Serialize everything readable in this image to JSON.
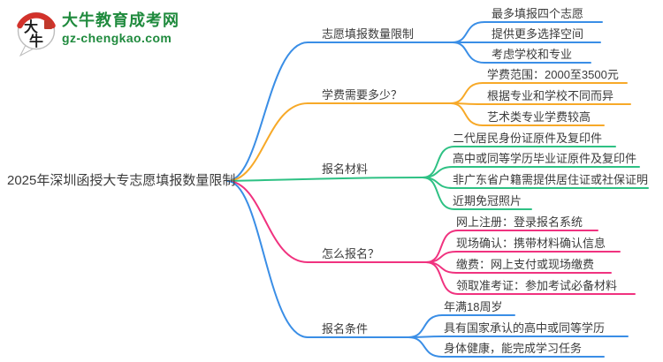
{
  "logo": {
    "icon_chars": "大牛",
    "site_name": "大牛教育成考网",
    "site_url": "gz-chengkao.com",
    "brand_green": "#1f8a3d",
    "brand_red": "#d2322b"
  },
  "colors": {
    "blue": "#3a8ee6",
    "orange": "#f7a928",
    "green": "#2ec184",
    "pink": "#f0327f",
    "text": "#3b3b3b"
  },
  "mindmap": {
    "root": {
      "label": "2025年深圳函授大专志愿填报数量限制"
    },
    "branches": [
      {
        "label": "志愿填报数量限制",
        "color": "#3a8ee6",
        "children": [
          "最多填报四个志愿",
          "提供更多选择空间",
          "考虑学校和专业"
        ]
      },
      {
        "label": "学费需要多少？",
        "color": "#f7a928",
        "children": [
          "学费范围：2000至3500元",
          "根据专业和学校不同而异",
          "艺术类专业学费较高"
        ]
      },
      {
        "label": "报名材料",
        "color": "#2ec184",
        "children": [
          "二代居民身份证原件及复印件",
          "高中或同等学历毕业证原件及复印件",
          "非广东省户籍需提供居住证或社保证明",
          "近期免冠照片"
        ]
      },
      {
        "label": "怎么报名？",
        "color": "#f0327f",
        "children": [
          "网上注册：登录报名系统",
          "现场确认：携带材料确认信息",
          "缴费：网上支付或现场缴费",
          "领取准考证：参加考试必备材料"
        ]
      },
      {
        "label": "报名条件",
        "color": "#3a8ee6",
        "children": [
          "年满18周岁",
          "具有国家承认的高中或同等学历",
          "身体健康，能完成学习任务"
        ]
      }
    ]
  }
}
